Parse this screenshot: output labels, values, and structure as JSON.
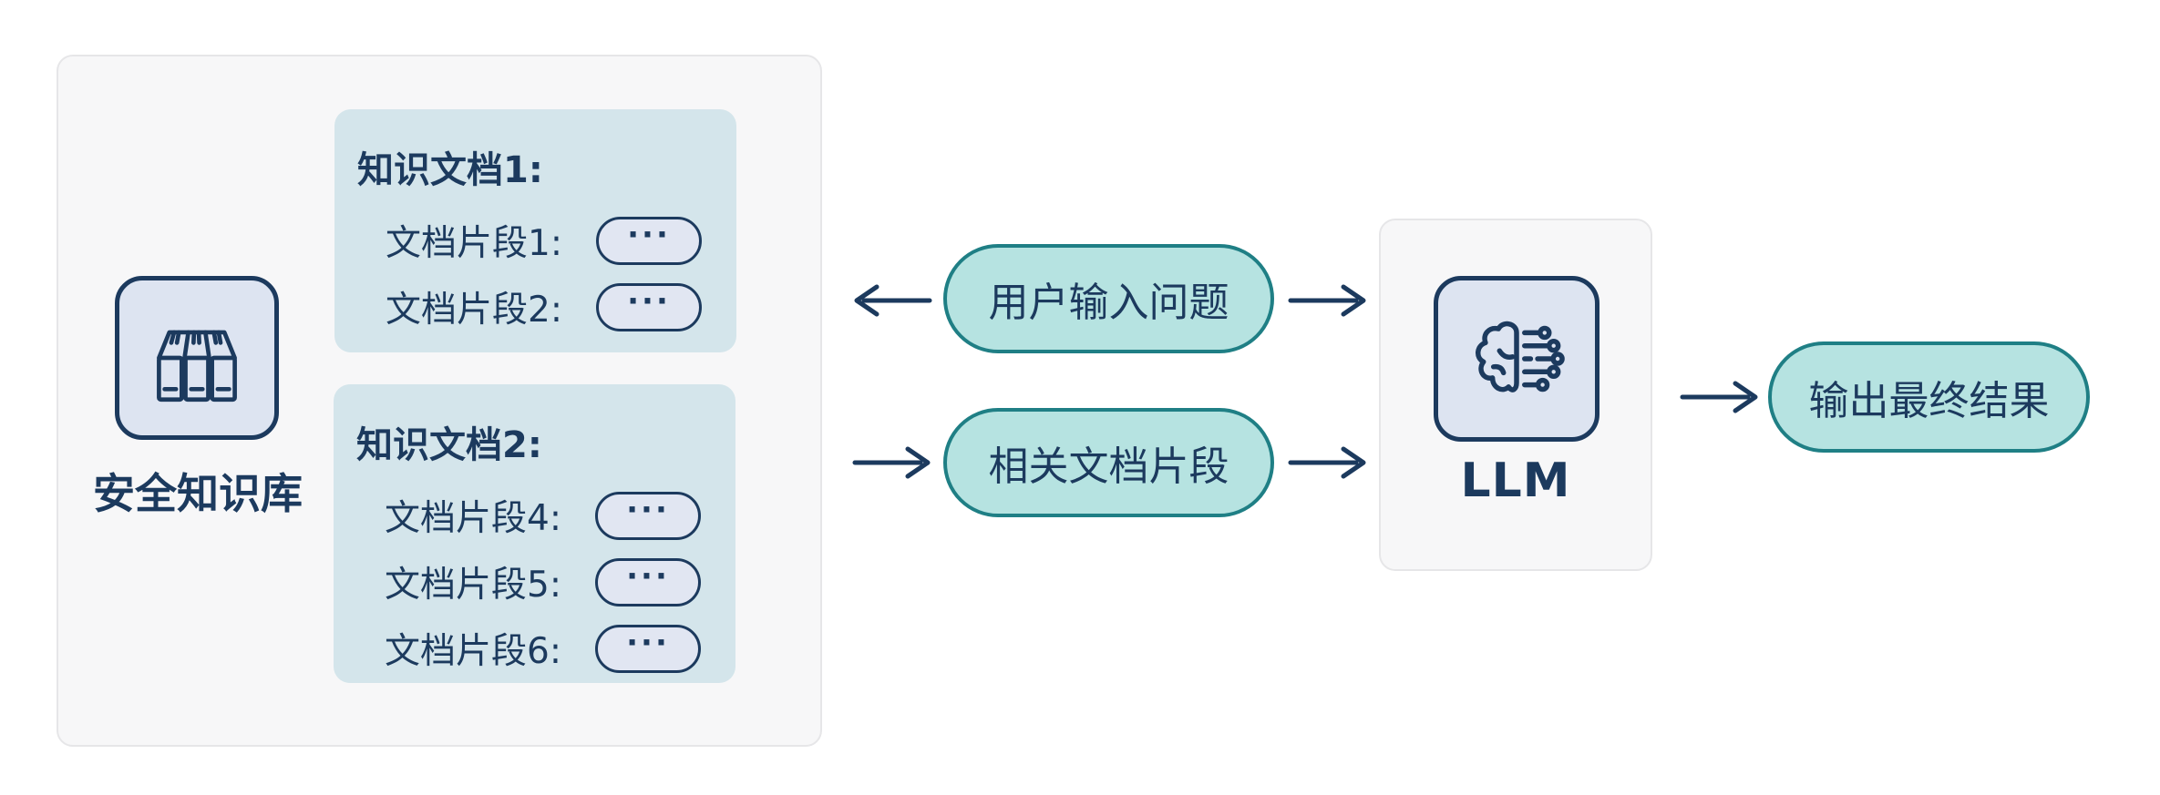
{
  "knowledge_base": {
    "label": "安全知识库",
    "icon": "books-icon",
    "documents": [
      {
        "title": "知识文档1:",
        "fragments": [
          {
            "label": "文档片段1:",
            "value": "···"
          },
          {
            "label": "文档片段2:",
            "value": "···"
          }
        ]
      },
      {
        "title": "知识文档2:",
        "fragments": [
          {
            "label": "文档片段4:",
            "value": "···"
          },
          {
            "label": "文档片段5:",
            "value": "···"
          },
          {
            "label": "文档片段6:",
            "value": "···"
          }
        ]
      }
    ]
  },
  "flow": {
    "user_query_pill": "用户输入问题",
    "related_fragments_pill": "相关文档片段",
    "output_pill": "输出最终结果"
  },
  "llm": {
    "label": "LLM",
    "icon": "brain-circuit-icon"
  },
  "colors": {
    "navy": "#1c3a5e",
    "teal_border": "#1f7f85",
    "teal_fill": "#b6e3e1",
    "doc_box_fill": "#d4e5eb",
    "icon_box_fill": "#dde4f1",
    "fragment_pill_fill": "#e1e6f2",
    "panel_fill": "#f7f7f8",
    "panel_border": "#e6e6e8"
  }
}
